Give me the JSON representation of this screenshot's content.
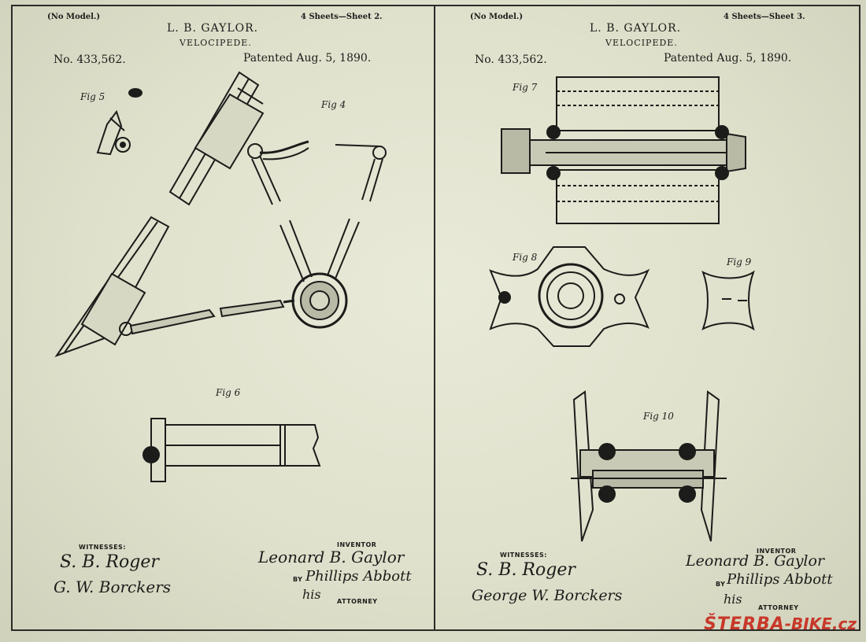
{
  "sheets": [
    {
      "model_note": "(No Model.)",
      "sheet_note": "4 Sheets—Sheet 2.",
      "inventor_name": "L. B. GAYLOR.",
      "title": "VELOCIPEDE.",
      "number": "No. 433,562.",
      "patented": "Patented Aug. 5, 1890.",
      "figures": [
        "Fig 5",
        "Fig 4",
        "Fig 6"
      ],
      "witnesses_label": "WITNESSES:",
      "witness_1": "S. B. Roger",
      "witness_2": "G. W. Borckers",
      "inventor_label": "INVENTOR",
      "inventor_signature": "Leonard B. Gaylor",
      "by_label": "BY",
      "attorney_signature": "Phillips Abbott",
      "his_label": "his",
      "attorney_label": "ATTORNEY"
    },
    {
      "model_note": "(No Model.)",
      "sheet_note": "4 Sheets—Sheet 3.",
      "inventor_name": "L. B. GAYLOR.",
      "title": "VELOCIPEDE.",
      "number": "No. 433,562.",
      "patented": "Patented Aug. 5, 1890.",
      "figures": [
        "Fig 7",
        "Fig 8",
        "Fig 9",
        "Fig 10"
      ],
      "witnesses_label": "WITNESSES:",
      "witness_1": "S. B. Roger",
      "witness_2": "George W. Borckers",
      "inventor_label": "INVENTOR",
      "inventor_signature": "Leonard B. Gaylor",
      "by_label": "BY",
      "attorney_signature": "Phillips Abbott",
      "his_label": "his",
      "attorney_label": "ATTORNEY"
    }
  ],
  "watermark": {
    "brand": "ŠTERBA",
    "suffix": "-BIKE.cz",
    "color": "#c8382a"
  },
  "colors": {
    "paper": "#e3e5d0",
    "ink": "#1c1c1a"
  }
}
